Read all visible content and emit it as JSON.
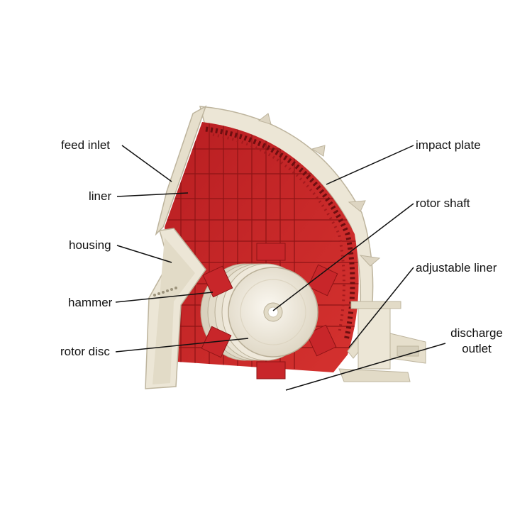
{
  "labels": {
    "feed_inlet": "feed inlet",
    "liner": "liner",
    "housing": "housing",
    "hammer": "hammer",
    "rotor_disc": "rotor disc",
    "impact_plate": "impact plate",
    "rotor_shaft": "rotor shaft",
    "adjustable_liner": "adjustable liner",
    "discharge_outlet_line1": "discharge",
    "discharge_outlet_line2": "outlet"
  },
  "colors": {
    "liner_red": "#c8262a",
    "liner_dark_red": "#8e1416",
    "housing_cream": "#ece6d6",
    "housing_shadow": "#cfc7b2",
    "rotor_white": "#f4f0e6",
    "leader_line": "#111111"
  }
}
